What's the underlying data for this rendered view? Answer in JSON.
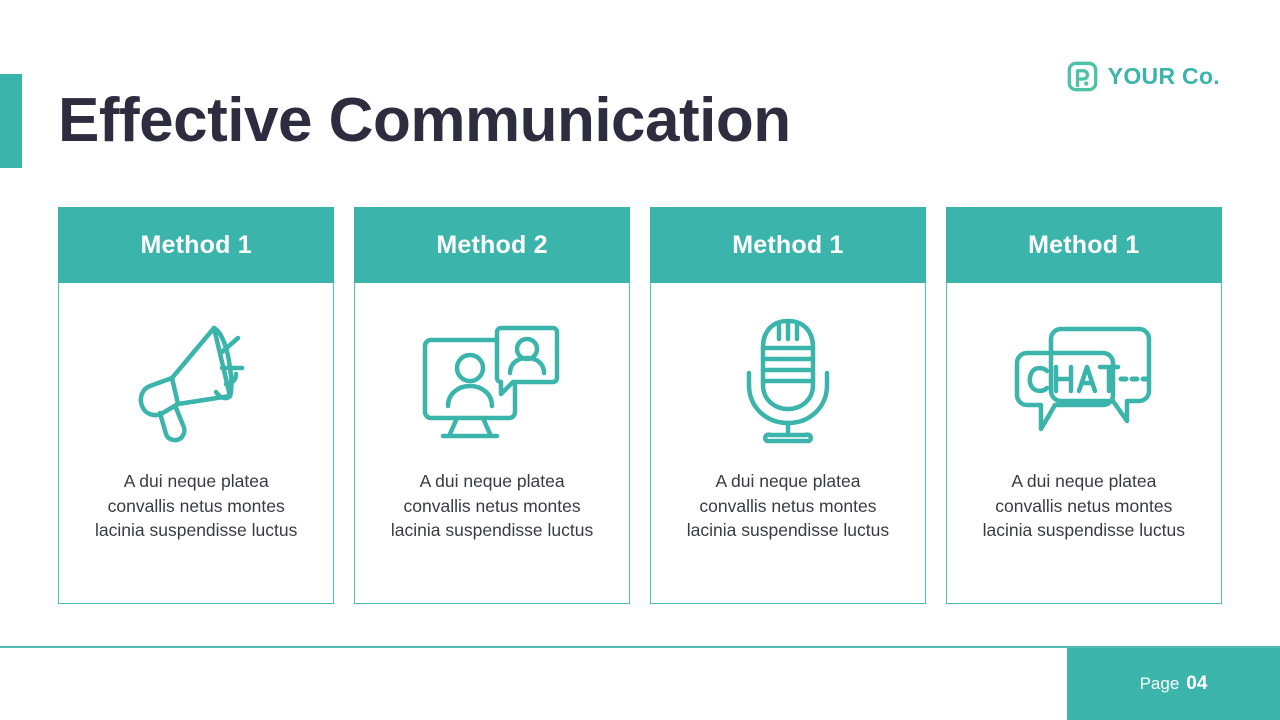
{
  "slide": {
    "title": "Effective Communication",
    "accent_color": "#3BB4AC",
    "title_color": "#2E2C3F",
    "background": "#ffffff"
  },
  "brand": {
    "logo_icon": "rounded-square-p-logo-icon",
    "name": "YOUR Co.",
    "color": "#3BB4AC",
    "gradient_from": "#5FD0A0",
    "gradient_to": "#3BB4AC"
  },
  "cards": [
    {
      "header": "Method 1",
      "icon": "megaphone-icon",
      "text": "A dui neque platea convallis netus montes lacinia suspendisse luctus"
    },
    {
      "header": "Method 2",
      "icon": "video-call-icon",
      "text": "A dui neque platea convallis netus montes lacinia suspendisse luctus"
    },
    {
      "header": "Method 1",
      "icon": "microphone-icon",
      "text": "A dui neque platea convallis netus montes lacinia suspendisse luctus"
    },
    {
      "header": "Method 1",
      "icon": "chat-bubbles-icon",
      "icon_text": "CHAT",
      "text": "A dui neque platea convallis netus montes lacinia suspendisse luctus"
    }
  ],
  "footer": {
    "page_label": "Page",
    "page_number": "04",
    "block_color": "#3BB4AC",
    "rule_color": "#4FBDB5"
  }
}
